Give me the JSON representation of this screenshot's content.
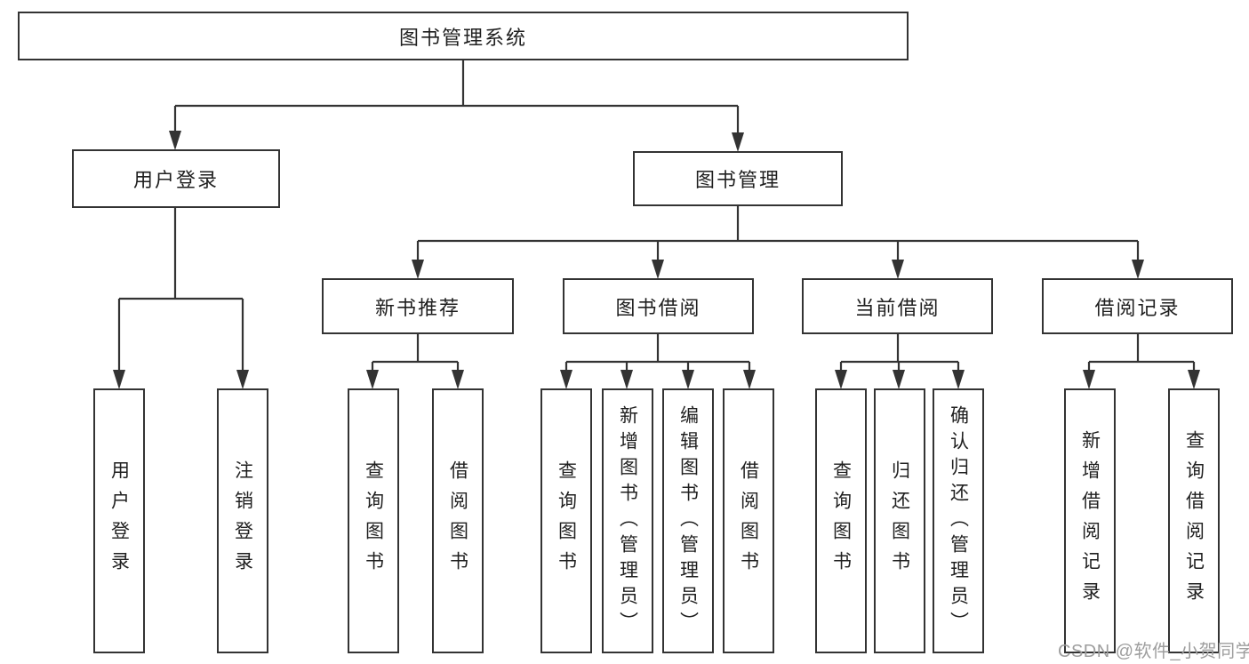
{
  "diagram": {
    "root": {
      "label": "图书管理系统"
    },
    "level2": [
      {
        "label": "用户登录"
      },
      {
        "label": "图书管理"
      }
    ],
    "level3": [
      {
        "label": "新书推荐"
      },
      {
        "label": "图书借阅"
      },
      {
        "label": "当前借阅"
      },
      {
        "label": "借阅记录"
      }
    ],
    "leaves": [
      {
        "label": "用户登录"
      },
      {
        "label": "注销登录"
      },
      {
        "label": "查询图书"
      },
      {
        "label": "借阅图书"
      },
      {
        "label": "查询图书"
      },
      {
        "label": "新增图书（管理员）"
      },
      {
        "label": "编辑图书（管理员）"
      },
      {
        "label": "借阅图书"
      },
      {
        "label": "查询图书"
      },
      {
        "label": "归还图书"
      },
      {
        "label": "确认归还（管理员）"
      },
      {
        "label": "新增借阅记录"
      },
      {
        "label": "查询借阅记录"
      }
    ],
    "watermark": "CSDN @软件_小贺同学",
    "colors": {
      "line": "#333333",
      "text": "#1f1f1f",
      "watermark": "#9e9e9e",
      "background": "#ffffff"
    }
  }
}
